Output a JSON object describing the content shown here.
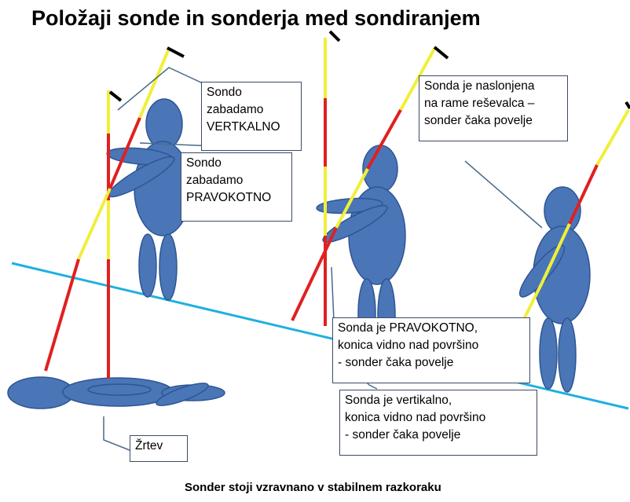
{
  "title": "Položaji sonde in sonderja  med sondiranjem",
  "footer": "Sonder stoji vzravnano v stabilnem razkoraku",
  "colors": {
    "figure": "#4a76b8",
    "figure_outline": "#2e5592",
    "probe_red": "#e02020",
    "probe_yellow": "#f0ef3a",
    "ground_line": "#1fb0e0",
    "callout_line": "#4a6a8a",
    "box_border": "#3c4a66"
  },
  "labels": {
    "vertical": "Sondo\nzabadamo\nVERTKALNO",
    "perpendicular": "Sondo\nzabadamo\nPRAVOKOTNO",
    "shoulder": "Sonda je naslonjena\nna rame reševalca –\nsonder čaka povelje",
    "perpendicular_ready": "Sonda je PRAVOKOTNO,\nkonica vidno nad površino\n- sonder čaka povelje",
    "vertical_ready": "Sonda je vertikalno,\nkonica vidno nad površino\n- sonder čaka povelje",
    "victim": "Žrtev"
  }
}
